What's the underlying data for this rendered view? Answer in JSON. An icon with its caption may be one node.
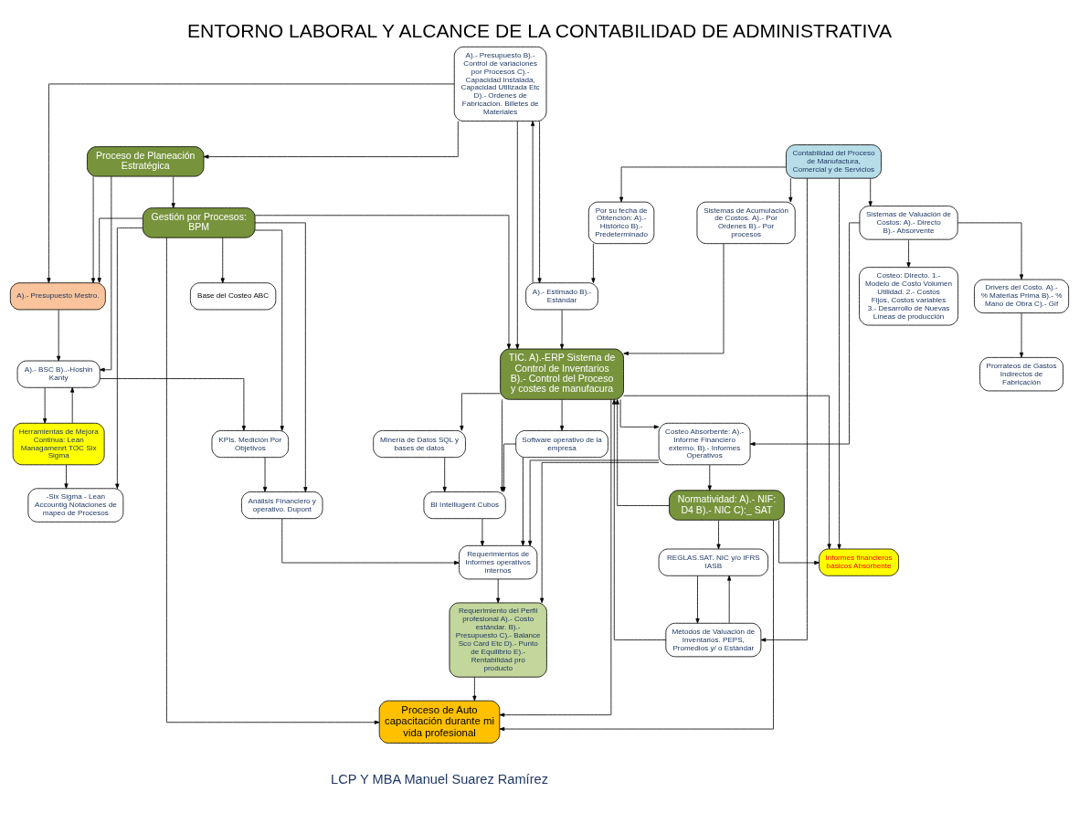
{
  "diagram": {
    "title": "ENTORNO LABORAL Y ALCANCE DE LA CONTABILIDAD DE ADMINISTRATIVA",
    "nodes": [
      {
        "text": [
          "Informes financieros básicos Absorbente"
        ]
      },
      {
        "text": [
          "Minería de Datos SQL y bases de datos"
        ]
      },
      {
        "text": [
          "REGLAS.SAT. NIC y/o IFRS IASB"
        ]
      },
      {
        "text": [
          "Por su fecha de Obtención: A).- Histórico B).- Predeterminado"
        ]
      },
      {
        "text": [
          "A).- Estimado B).- Estándar"
        ]
      },
      {
        "text": [
          "A).- Presupuesto B).- Control de variaciones por Procesos C).- Capacidad Instalada, Capacidad Utilizada Etc D).- Ordenes de Fabricación. Billetes de Materiales"
        ]
      },
      {
        "text": [
          "A).- Presupuesto Mestro."
        ]
      },
      {
        "text": [
          "A).- BSC B)..-Hoshin Kanty"
        ]
      },
      {
        "text": [
          "TIC. A).-ERP Sistema de Control de Inventarios B).- Control del Proceso y costes de manufacura"
        ]
      },
      {
        "text": [
          "BI Intelliugent Cubos"
        ]
      },
      {
        "text": [
          "Métodos de Valuación de Inventarios. PEPS, Promedios y/ o Estándar"
        ]
      },
      {
        "text": [
          "Contabilidad del Proceso de Manufactura, Comercial y de Servicios"
        ]
      },
      {
        "text": [
          "Sistemas de Acumulación de Costos. A).- Por Ordenes B).- Por procesos"
        ]
      },
      {
        "text": [
          "Proceso de Planeación Estratégica"
        ]
      },
      {
        "text": [
          "Herramientas de Mejora Continua: Lean Managamenrt TOC Six Sigma"
        ]
      },
      {
        "text": [
          "Software operativo de la empresa"
        ]
      },
      {
        "text": [
          "Drivers del Costo. A).- % Materias Prima B).- % Mano de Obra C).- Gif"
        ]
      },
      {
        "text": [
          "Sistemas de Valuación de Costos: A).- Directo B).- Absorvente"
        ]
      },
      {
        "text": [
          "Costeo: Directo. 1.- Modelo de Costo Volumen Utilidad. 2.- Costos Fijos, Costos variables 3.- Desarrollo de Nuevas Líneas de producción"
        ]
      },
      {
        "text": [
          "Gestión por Procesos: BPM"
        ]
      },
      {
        "text": [
          "Prorrateos de Gastos Indirectos de Fabricación"
        ]
      },
      {
        "text": [
          "-Six Sigma - Lean Accountig Notaciones de mapeo de Procesos"
        ]
      },
      {
        "text": [
          "KPIs. Medición Por Objetivos"
        ]
      },
      {
        "text": [
          "Base del Costeo ABC"
        ]
      },
      {
        "text": [
          "Normatividad: A).- NIF: D4 B).- NIC C):_ SAT"
        ]
      },
      {
        "text": [
          "Costeo Absorbente: A).- Informe Financiero externo. B).- Informes Operativos"
        ]
      },
      {
        "text": [
          "Requerimiento del Perfil profesional A).- Costo estándar. B).- Presupuesto C).- Balance Sco Card Etc D).- Punto de Equilibrio E).- Rentabilidad pro producto"
        ]
      },
      {
        "text": [
          "Análisis Financiero y operativo. Dupont"
        ]
      },
      {
        "text": [
          "Requerimientos de Informes operativos internos"
        ]
      },
      {
        "text": [
          "Proceso de Auto capacitación durante mi vida profesional"
        ]
      }
    ],
    "edges": [
      {
        "from": 3,
        "to": 4,
        "arrow": "to"
      },
      {
        "from": 4,
        "to": 5,
        "arrow": "to"
      },
      {
        "from": 5,
        "to": 6,
        "arrow": "to"
      },
      {
        "from": 6,
        "to": 7,
        "arrow": "to"
      },
      {
        "from": 5,
        "to": 4,
        "arrow": "to"
      },
      {
        "from": 5,
        "to": 8,
        "arrow": "to"
      },
      {
        "from": 4,
        "to": 8,
        "arrow": "to"
      },
      {
        "from": 11,
        "to": 0,
        "arrow": "to"
      },
      {
        "from": 11,
        "to": 3,
        "arrow": "to"
      },
      {
        "from": 11,
        "to": 10,
        "arrow": "to"
      },
      {
        "from": 11,
        "to": 12,
        "arrow": "to"
      },
      {
        "from": 11,
        "to": 17,
        "arrow": "to"
      },
      {
        "from": 12,
        "to": 8,
        "arrow": "to"
      },
      {
        "from": 10,
        "to": 8,
        "arrow": "to"
      },
      {
        "from": 10,
        "to": 2,
        "arrow": "to"
      },
      {
        "from": 2,
        "to": 10,
        "arrow": "to"
      },
      {
        "from": 8,
        "to": 0,
        "arrow": "to"
      },
      {
        "from": 8,
        "to": 1,
        "arrow": "to"
      },
      {
        "from": 8,
        "to": 9,
        "arrow": "to"
      },
      {
        "from": 8,
        "to": 15,
        "arrow": "to"
      },
      {
        "from": 1,
        "to": 9,
        "arrow": "to"
      },
      {
        "from": 15,
        "to": 9,
        "arrow": "to"
      },
      {
        "from": 5,
        "to": 13,
        "arrow": "to"
      },
      {
        "from": 13,
        "to": 19,
        "arrow": "to"
      },
      {
        "from": 13,
        "to": 6,
        "arrow": "to"
      },
      {
        "from": 13,
        "to": 7,
        "arrow": "to"
      },
      {
        "from": 19,
        "to": 6,
        "arrow": "to"
      },
      {
        "from": 7,
        "to": 14,
        "arrow": "to"
      },
      {
        "from": 14,
        "to": 7,
        "arrow": "to"
      },
      {
        "from": 14,
        "to": 21,
        "arrow": "to"
      },
      {
        "from": 7,
        "to": 22,
        "arrow": "to"
      },
      {
        "from": 19,
        "to": 8,
        "arrow": "to"
      },
      {
        "from": 19,
        "to": 21,
        "arrow": "to"
      },
      {
        "from": 19,
        "to": 23,
        "arrow": "to"
      },
      {
        "from": 19,
        "to": 22,
        "arrow": "to"
      },
      {
        "from": 19,
        "to": 27,
        "arrow": "to"
      },
      {
        "from": 19,
        "to": 29,
        "arrow": "to"
      },
      {
        "from": 22,
        "to": 27,
        "arrow": "to"
      },
      {
        "from": 27,
        "to": 28,
        "arrow": "to"
      },
      {
        "from": 17,
        "to": 16,
        "arrow": "to"
      },
      {
        "from": 17,
        "to": 18,
        "arrow": "to"
      },
      {
        "from": 17,
        "to": 25,
        "arrow": "to"
      },
      {
        "from": 16,
        "to": 20,
        "arrow": "to"
      },
      {
        "from": 25,
        "to": 26,
        "arrow": "to"
      },
      {
        "from": 25,
        "to": 28,
        "arrow": "to"
      },
      {
        "from": 25,
        "to": 24,
        "arrow": "to"
      },
      {
        "from": 28,
        "to": 26,
        "arrow": "to"
      },
      {
        "from": 26,
        "to": 29,
        "arrow": "to"
      },
      {
        "from": 24,
        "to": 2,
        "arrow": "to"
      },
      {
        "from": 24,
        "to": 8,
        "arrow": "to"
      },
      {
        "from": 24,
        "to": 0,
        "arrow": "to"
      },
      {
        "from": 24,
        "to": 29,
        "arrow": "to"
      },
      {
        "from": 8,
        "to": 25,
        "arrow": "to"
      },
      {
        "from": 8,
        "to": 29,
        "arrow": "to"
      },
      {
        "from": 9,
        "to": 28,
        "arrow": "to"
      },
      {
        "from": 15,
        "to": 28,
        "arrow": "to"
      }
    ],
    "labels": [
      "LCP Y MBA Manuel Suarez Ramírez"
    ]
  }
}
